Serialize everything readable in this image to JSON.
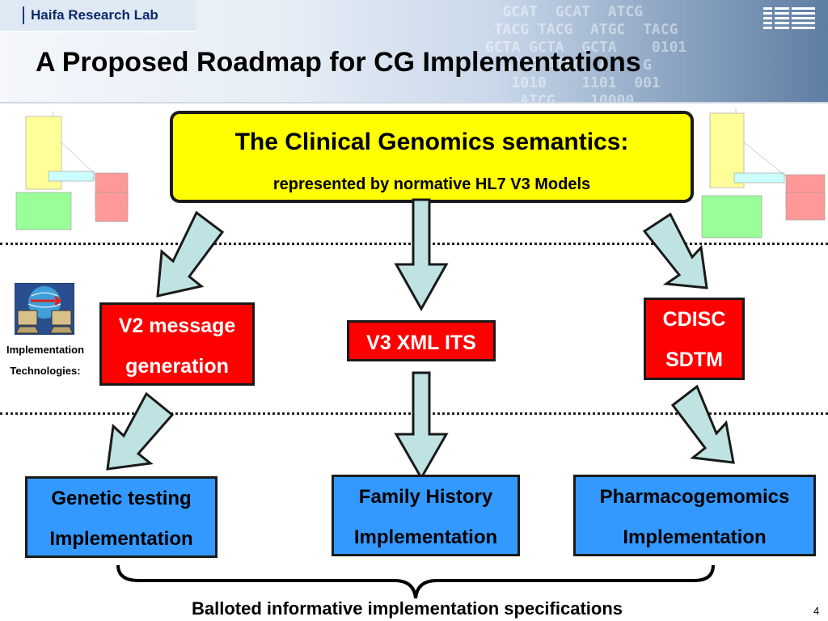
{
  "header": {
    "lab_name": "Haifa Research Lab",
    "title": "A Proposed Roadmap for CG Implementations",
    "logo": "IBM"
  },
  "semantics_box": {
    "title": "The Clinical Genomics semantics:",
    "subtitle": "represented by normative HL7 V3 Models"
  },
  "implementation_technologies": {
    "label_line1": "Implementation",
    "label_line2": "Technologies:",
    "icon": "network-transfer-icon",
    "items": [
      {
        "line1": "V2 message",
        "line2": "generation"
      },
      {
        "line1": "V3 XML ITS"
      },
      {
        "line1": "CDISC",
        "line2": "SDTM"
      }
    ]
  },
  "implementations": [
    {
      "line1": "Genetic testing",
      "line2": "Implementation"
    },
    {
      "line1": "Family History",
      "line2": "Implementation"
    },
    {
      "line1": "Pharmacogemomics",
      "line2": "Implementation"
    }
  ],
  "footer": {
    "text": "Balloted informative implementation specifications",
    "page": "4"
  },
  "colors": {
    "semantics_fill": "#ffff00",
    "technology_fill": "#ff0000",
    "implementation_fill": "#3399ff",
    "arrow_fill": "#bfe3e3"
  }
}
